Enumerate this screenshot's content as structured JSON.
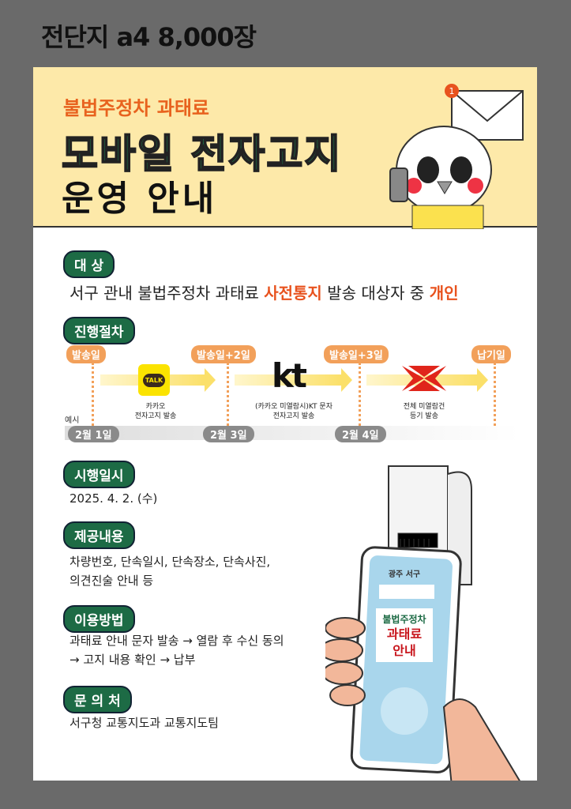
{
  "top_title": "전단지 a4 8,000장",
  "header": {
    "subtitle": "불법주정차 과태료",
    "title_line1": "모바일 전자고지",
    "title_line2": "운영 안내",
    "badge_count": "1"
  },
  "sections": {
    "target": {
      "label": "대  상",
      "text_before": "서구 관내 불법주정차 과태료 ",
      "highlight1": "사전통지",
      "text_middle": " 발송 대상자 중 ",
      "highlight2": "개인"
    },
    "process": {
      "label": "진행절차",
      "steps": [
        "발송일",
        "발송일+2일",
        "발송일+3일",
        "납기일"
      ],
      "actions": [
        {
          "logo": "TALK",
          "line1": "카카오",
          "line2": "전자고지 발송"
        },
        {
          "logo": "kt",
          "line1": "(카카오 미열람시)KT 문자",
          "line2": "전자고지 발송"
        },
        {
          "logo": "post-icon",
          "line1": "전체 미열람건",
          "line2": "등기 발송"
        }
      ],
      "example_label": "예시",
      "example_dates": [
        "2월 1일",
        "2월 3일",
        "2월 4일"
      ]
    },
    "date": {
      "label": "시행일시",
      "text": "2025. 4. 2. (수)"
    },
    "content": {
      "label": "제공내용",
      "line1": "차량번호, 단속일시, 단속장소, 단속사진,",
      "line2": "의견진술 안내 등"
    },
    "usage": {
      "label": "이용방법",
      "line1": "과태료 안내 문자 발송 → 열람 후 수신 동의",
      "line2": "→ 고지 내용 확인 → 납부"
    },
    "contact": {
      "label": "문 의 처",
      "text": "서구청 교통지도과 교통지도팀"
    }
  },
  "phone": {
    "brand": "광주 서구",
    "msg1": "불법주정차",
    "msg2": "과태료",
    "msg3": "안내"
  }
}
